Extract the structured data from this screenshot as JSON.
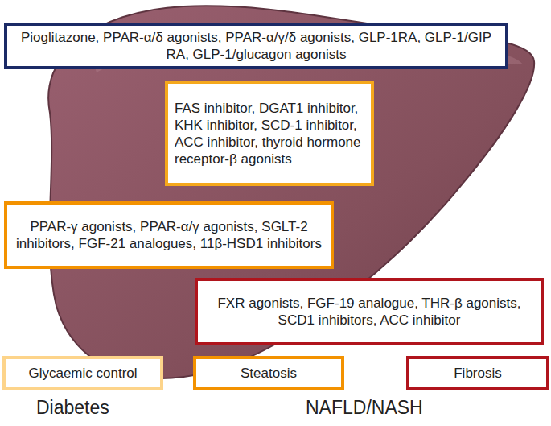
{
  "diagram": {
    "nodes": [
      {
        "text": [
          "Pioglitazone, PPAR-α/δ agonists, PPAR-α/γ/δ agonists, GLP-1RA, GLP-1/GIP RA, GLP-1/glucagon agonists"
        ]
      },
      {
        "text": [
          "FAS inhibitor, DGAT1 inhibitor, KHK inhibitor, SCD-1 inhibitor, ACC inhibitor, thyroid hormone receptor-β agonists"
        ]
      },
      {
        "text": [
          "PPAR-γ agonists, PPAR-α/γ agonists, SGLT-2 inhibitors, FGF-21 analogues, 11β-HSD1 inhibitors"
        ]
      },
      {
        "text": [
          "FXR agonists, FGF-19 analogue, THR-β agonists, SCD1 inhibitors, ACC inhibitor"
        ]
      },
      {
        "text": [
          "Glycaemic control"
        ]
      },
      {
        "text": [
          "Steatosis"
        ]
      },
      {
        "text": [
          "Fibrosis"
        ]
      }
    ],
    "labels": [
      "Diabetes",
      "NAFLD/NASH"
    ]
  }
}
